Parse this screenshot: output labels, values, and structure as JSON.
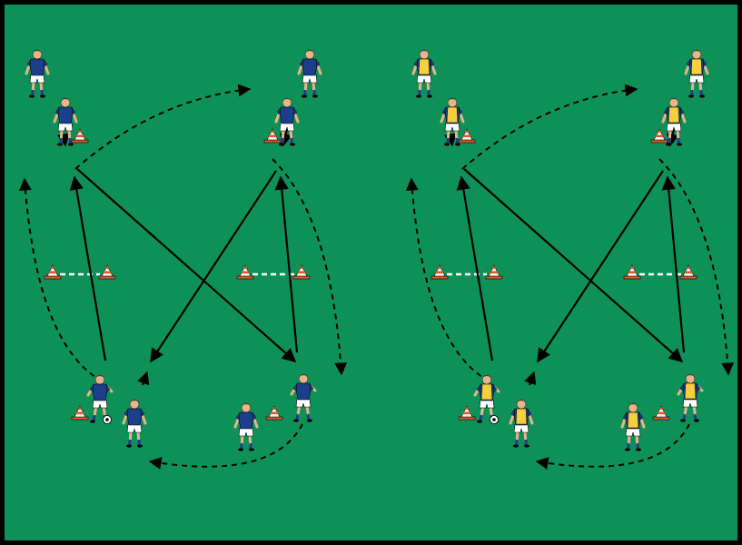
{
  "colors": {
    "border": "#000000",
    "pitch": "#0E9159",
    "arrow": "#000000",
    "cone_fill": "#F2F2F2",
    "cone_stripe": "#E5572A",
    "jersey_blue": "#1B3F8A",
    "shorts_white": "#FFFFFF",
    "bib_yellow": "#F4D03F",
    "skin": "#E8B48A",
    "hair": "#1A1A1A",
    "ball": "#FFFFFF"
  },
  "drills": [
    {
      "id": "left",
      "bib": false
    },
    {
      "id": "right",
      "bib": true
    }
  ],
  "icons": {
    "player": "player-figure-icon",
    "cone": "training-cone-icon",
    "ball": "soccer-ball-icon",
    "pass": "pass-arrow-solid",
    "run": "run-arrow-dashed",
    "gate": "cone-gate-dashed-line"
  }
}
